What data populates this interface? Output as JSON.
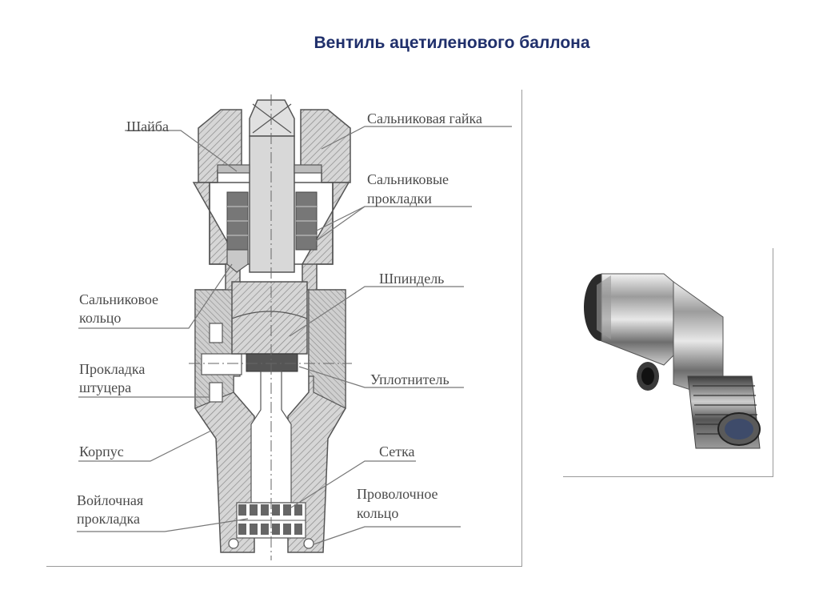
{
  "title": "Вентиль ацетиленового баллона",
  "labels": {
    "shaiba": "Шайба",
    "salnikovaya_gaika": "Сальниковая гайка",
    "salnikovye_prokladki_1": "Сальниковые",
    "salnikovye_prokladki_2": "прокладки",
    "salnikovoe_koltso_1": "Сальниковое",
    "salnikovoe_koltso_2": "кольцо",
    "shpindel": "Шпиндель",
    "prokladka_shtutsera_1": "Прокладка",
    "prokladka_shtutsera_2": "штуцера",
    "uplotnitel": "Уплотнитель",
    "korpus": "Корпус",
    "setka": "Сетка",
    "voilochnaya_1": "Войлочная",
    "voilochnaya_2": "прокладка",
    "provolochnoe_1": "Проволочное",
    "provolochnoe_2": "кольцо"
  },
  "colors": {
    "title": "#1f2f6b",
    "hatch": "#7a7a7a",
    "body_fill": "#d9d9d9",
    "label_text": "#4a4a4a"
  }
}
